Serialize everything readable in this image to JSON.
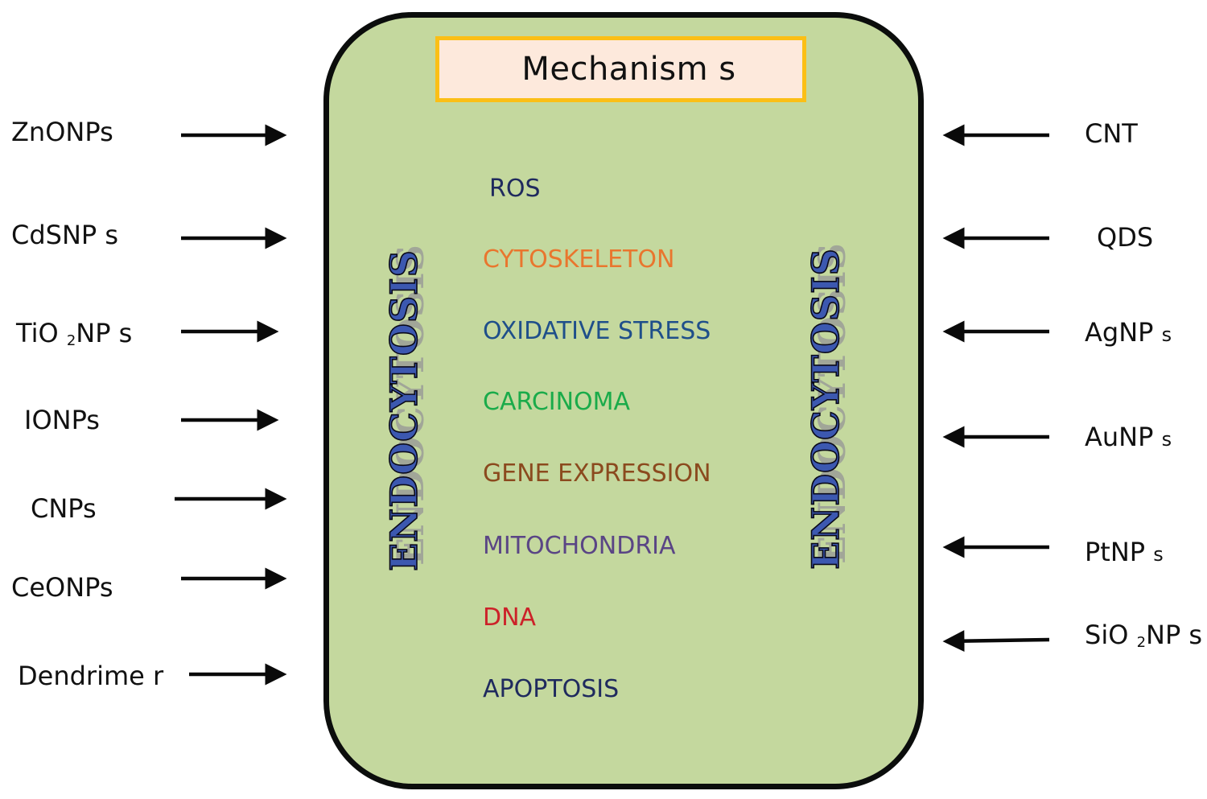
{
  "title": "Mechanism s",
  "endocytosis_label": "ENDOCYTOSIS",
  "mechanisms": [
    {
      "label": "ROS",
      "color": "#1f2a5e"
    },
    {
      "label": "CYTOSKELETON",
      "color": "#e9762e"
    },
    {
      "label": "OXIDATIVE STRESS",
      "color": "#1f4f8a"
    },
    {
      "label": "CARCINOMA",
      "color": "#1aab4a"
    },
    {
      "label": "GENE EXPRESSION",
      "color": "#8b4a1e"
    },
    {
      "label": "MITOCHONDRIA",
      "color": "#5a4585"
    },
    {
      "label": "DNA",
      "color": "#cc2229"
    },
    {
      "label": "APOPTOSIS",
      "color": "#1f2a5e"
    }
  ],
  "left_nanoparticles": [
    {
      "label": "ZnONPs"
    },
    {
      "label": "CdSNP  s"
    },
    {
      "label_pre": "TiO ",
      "sub": "2",
      "label_post": "NP s"
    },
    {
      "label": "IONPs"
    },
    {
      "label": "CNPs"
    },
    {
      "label": "CeONPs"
    },
    {
      "label": "Dendrime r"
    }
  ],
  "right_nanoparticles": [
    {
      "label": "CNT"
    },
    {
      "label": "QDS"
    },
    {
      "label_pre": "AgNP ",
      "small": "s"
    },
    {
      "label_pre": "AuNP ",
      "small": "s"
    },
    {
      "label_pre": "PtNP ",
      "small": "s"
    },
    {
      "label_pre": "SiO ",
      "sub": "2",
      "label_post": "NP s"
    }
  ],
  "colors": {
    "cell_fill": "#c4d89e",
    "cell_border": "#0b0d0c",
    "title_fill": "#fde9dc",
    "title_border": "#fbbf16",
    "endocytosis_fill": "#3c58b0",
    "arrow": "#0a0a0a"
  }
}
